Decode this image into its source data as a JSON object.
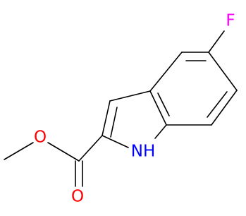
{
  "structure": {
    "atoms": {
      "fluorine": {
        "label": "F",
        "color": "#ff00ff"
      },
      "ester_oxygen": {
        "label": "O",
        "color": "#ff0000"
      },
      "carbonyl_oxygen": {
        "label": "O",
        "color": "#ff0000"
      },
      "indole_nitrogen": {
        "label": "NH",
        "color": "#0000ff"
      }
    },
    "bond_color": "#000000",
    "background_color": "#ffffff"
  }
}
